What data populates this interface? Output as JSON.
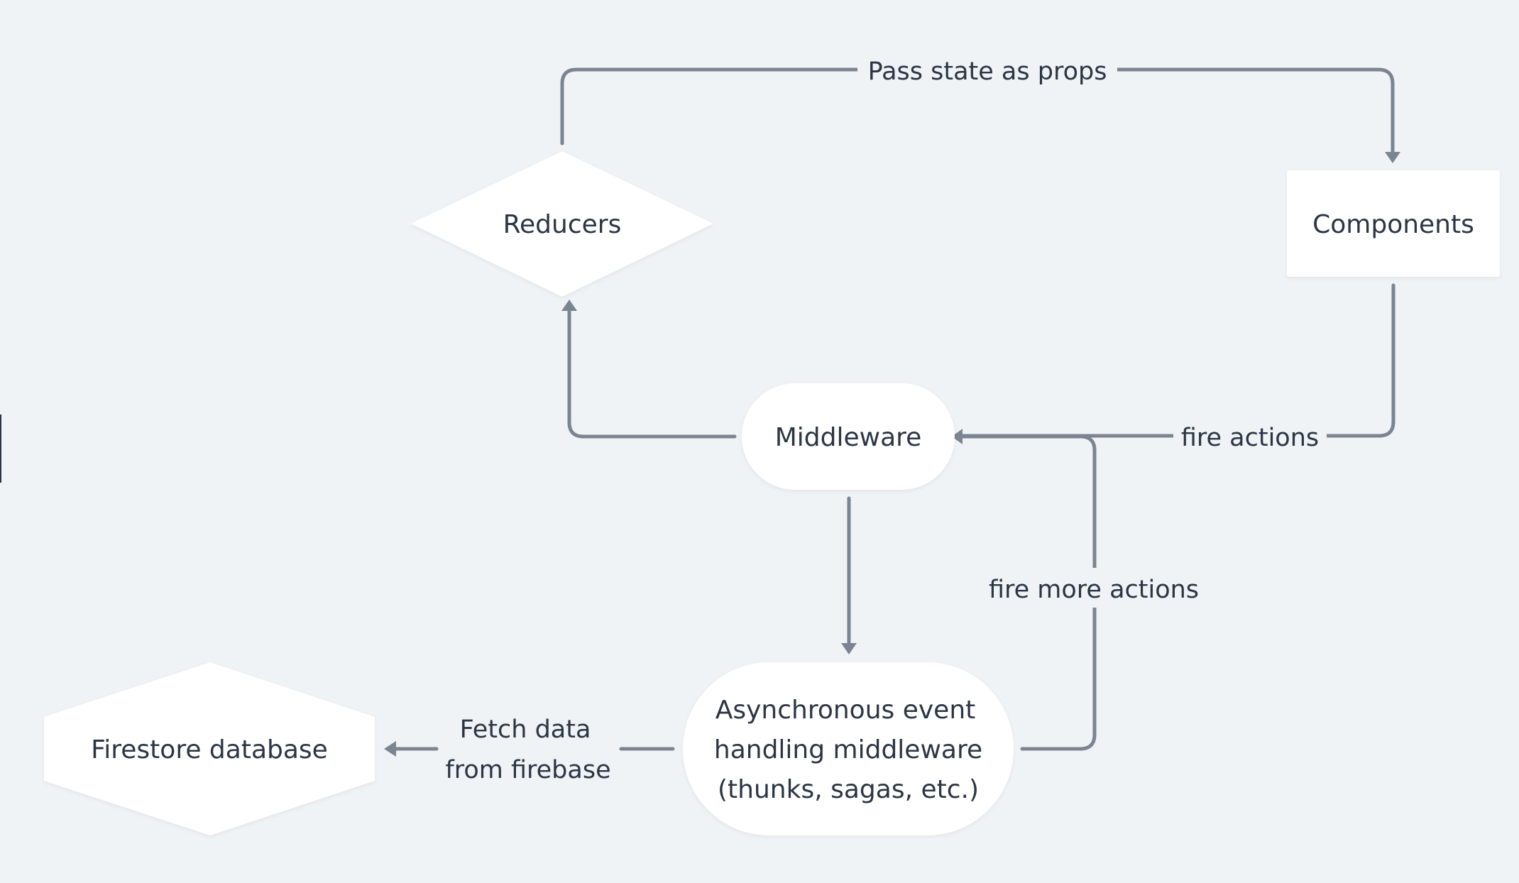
{
  "nodes": {
    "reducers": "Reducers",
    "components": "Components",
    "middleware": "Middleware",
    "async": [
      "Asynchronous event",
      "handling middleware",
      "(thunks, sagas, etc.)"
    ],
    "firestore": "Firestore database"
  },
  "edges": {
    "pass_state": "Pass state as props",
    "fire_actions": "fire actions",
    "fire_more_actions": "fire more actions",
    "fetch_data": [
      "Fetch data",
      "from firebase"
    ]
  },
  "colors": {
    "background": "#f0f3f6",
    "node_fill": "#ffffff",
    "edge_stroke": "#7b8491",
    "text": "#2b3544"
  }
}
